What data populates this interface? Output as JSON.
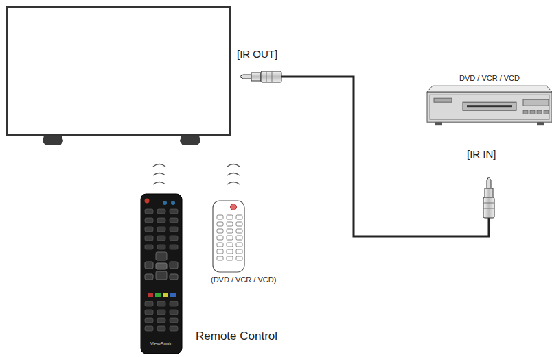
{
  "diagram": {
    "nodes": [
      {
        "text": [
          "DVD / VCR / VCD"
        ]
      }
    ],
    "labels": [
      "[IR OUT]",
      "[IR IN]",
      "(DVD / VCR / VCD)",
      "Remote Control",
      "ViewSonic"
    ]
  }
}
